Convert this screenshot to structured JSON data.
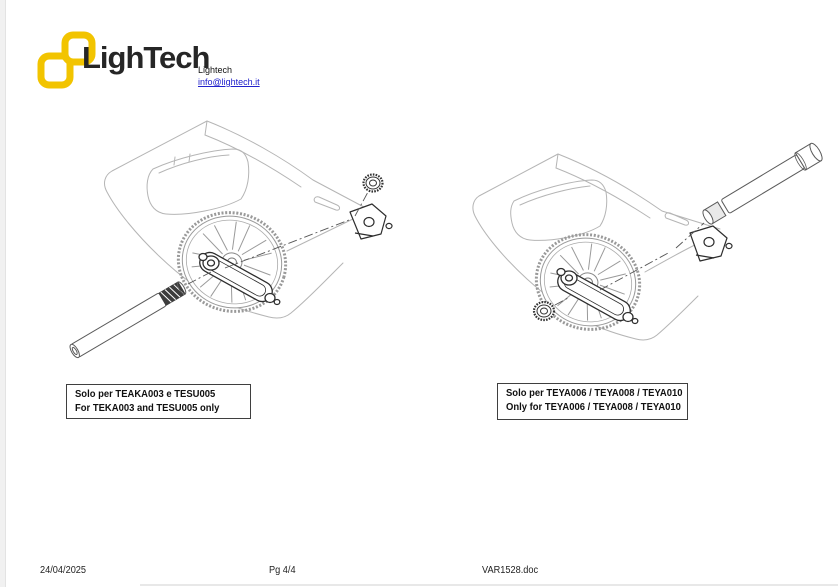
{
  "header": {
    "wordmark": "LighTech",
    "company": "Lightech",
    "email": "info@lightech.it"
  },
  "figures": [
    {
      "name": "swingarm-chain-adjuster-left",
      "caption_line1": "Solo per TEAKA003 e TESU005",
      "caption_line2": "For TEKA003 and TESU005 only"
    },
    {
      "name": "swingarm-chain-adjuster-right",
      "caption_line1": "Solo per TEYA006 / TEYA008 / TEYA010",
      "caption_line2": "Only for TEYA006 / TEYA008 / TEYA010"
    }
  ],
  "footer": {
    "date": "24/04/2025",
    "page": "Pg 4/4",
    "doc": "VAR1528.doc"
  },
  "colors": {
    "brand_yellow": "#F2C400",
    "link_blue": "#2121CC",
    "ink": "#262626",
    "drawing_light_gray": "#B5B5B5",
    "drawing_dark": "#2E2E2E"
  }
}
